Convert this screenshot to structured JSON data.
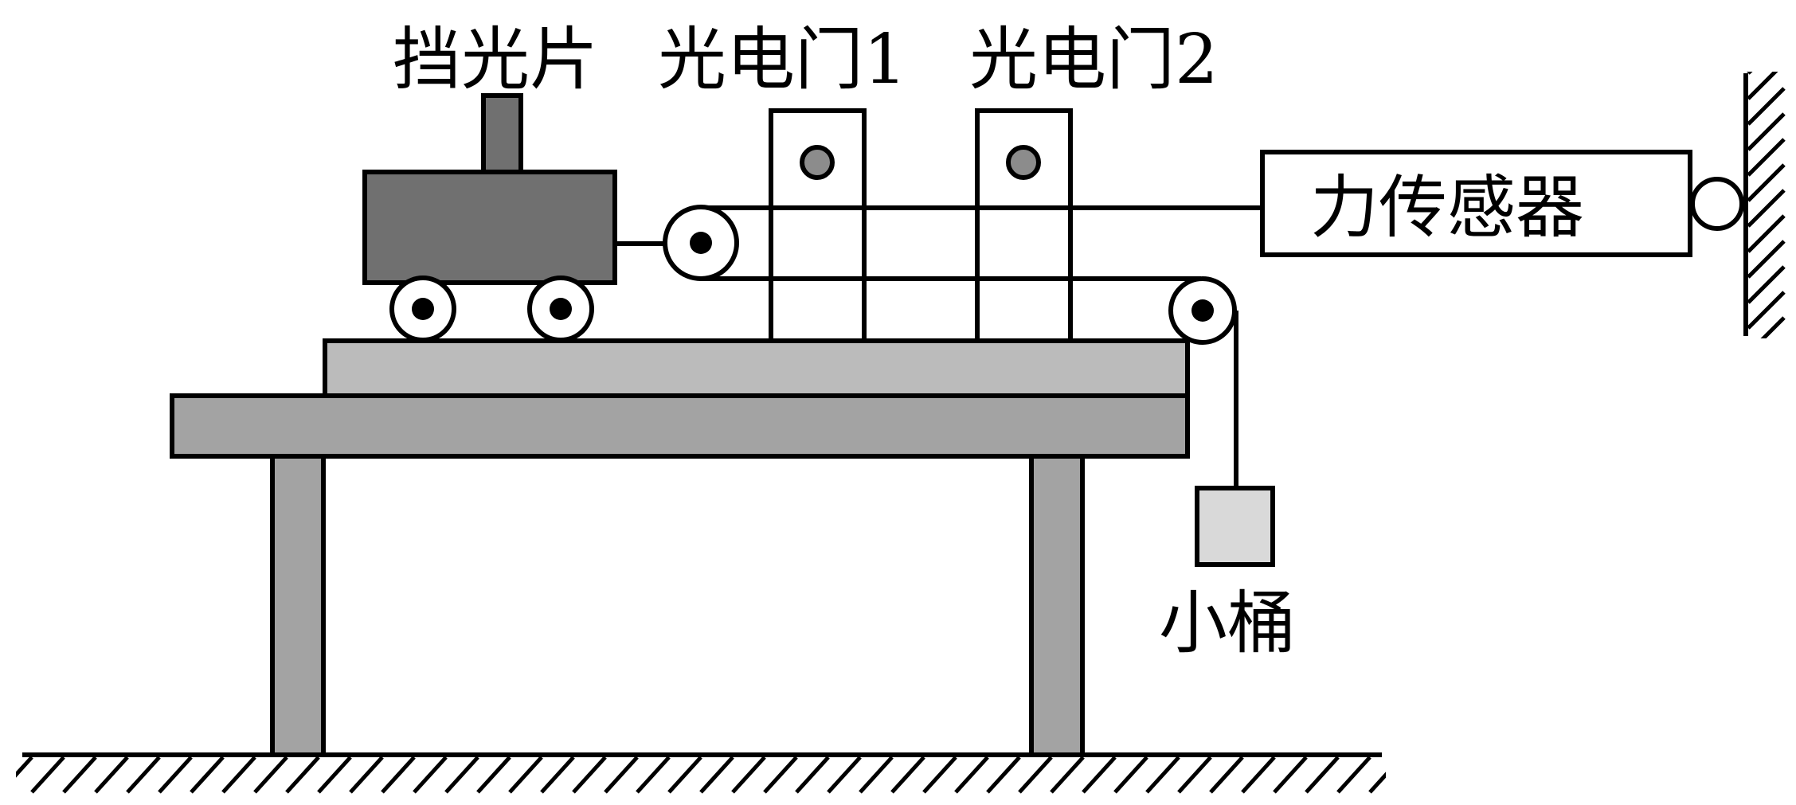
{
  "labels": {
    "shutter": "挡光片",
    "gate1": "光电门1",
    "gate2": "光电门2",
    "sensor": "力传感器",
    "bucket": "小桶"
  },
  "colors": {
    "cart": "#707070",
    "track": "#bbbbbb",
    "tabletop": "#a3a3a3",
    "legs": "#a3a3a3",
    "gate_dot": "#8c8c8c",
    "bucket": "#d9d9d9",
    "line": "#000000"
  }
}
